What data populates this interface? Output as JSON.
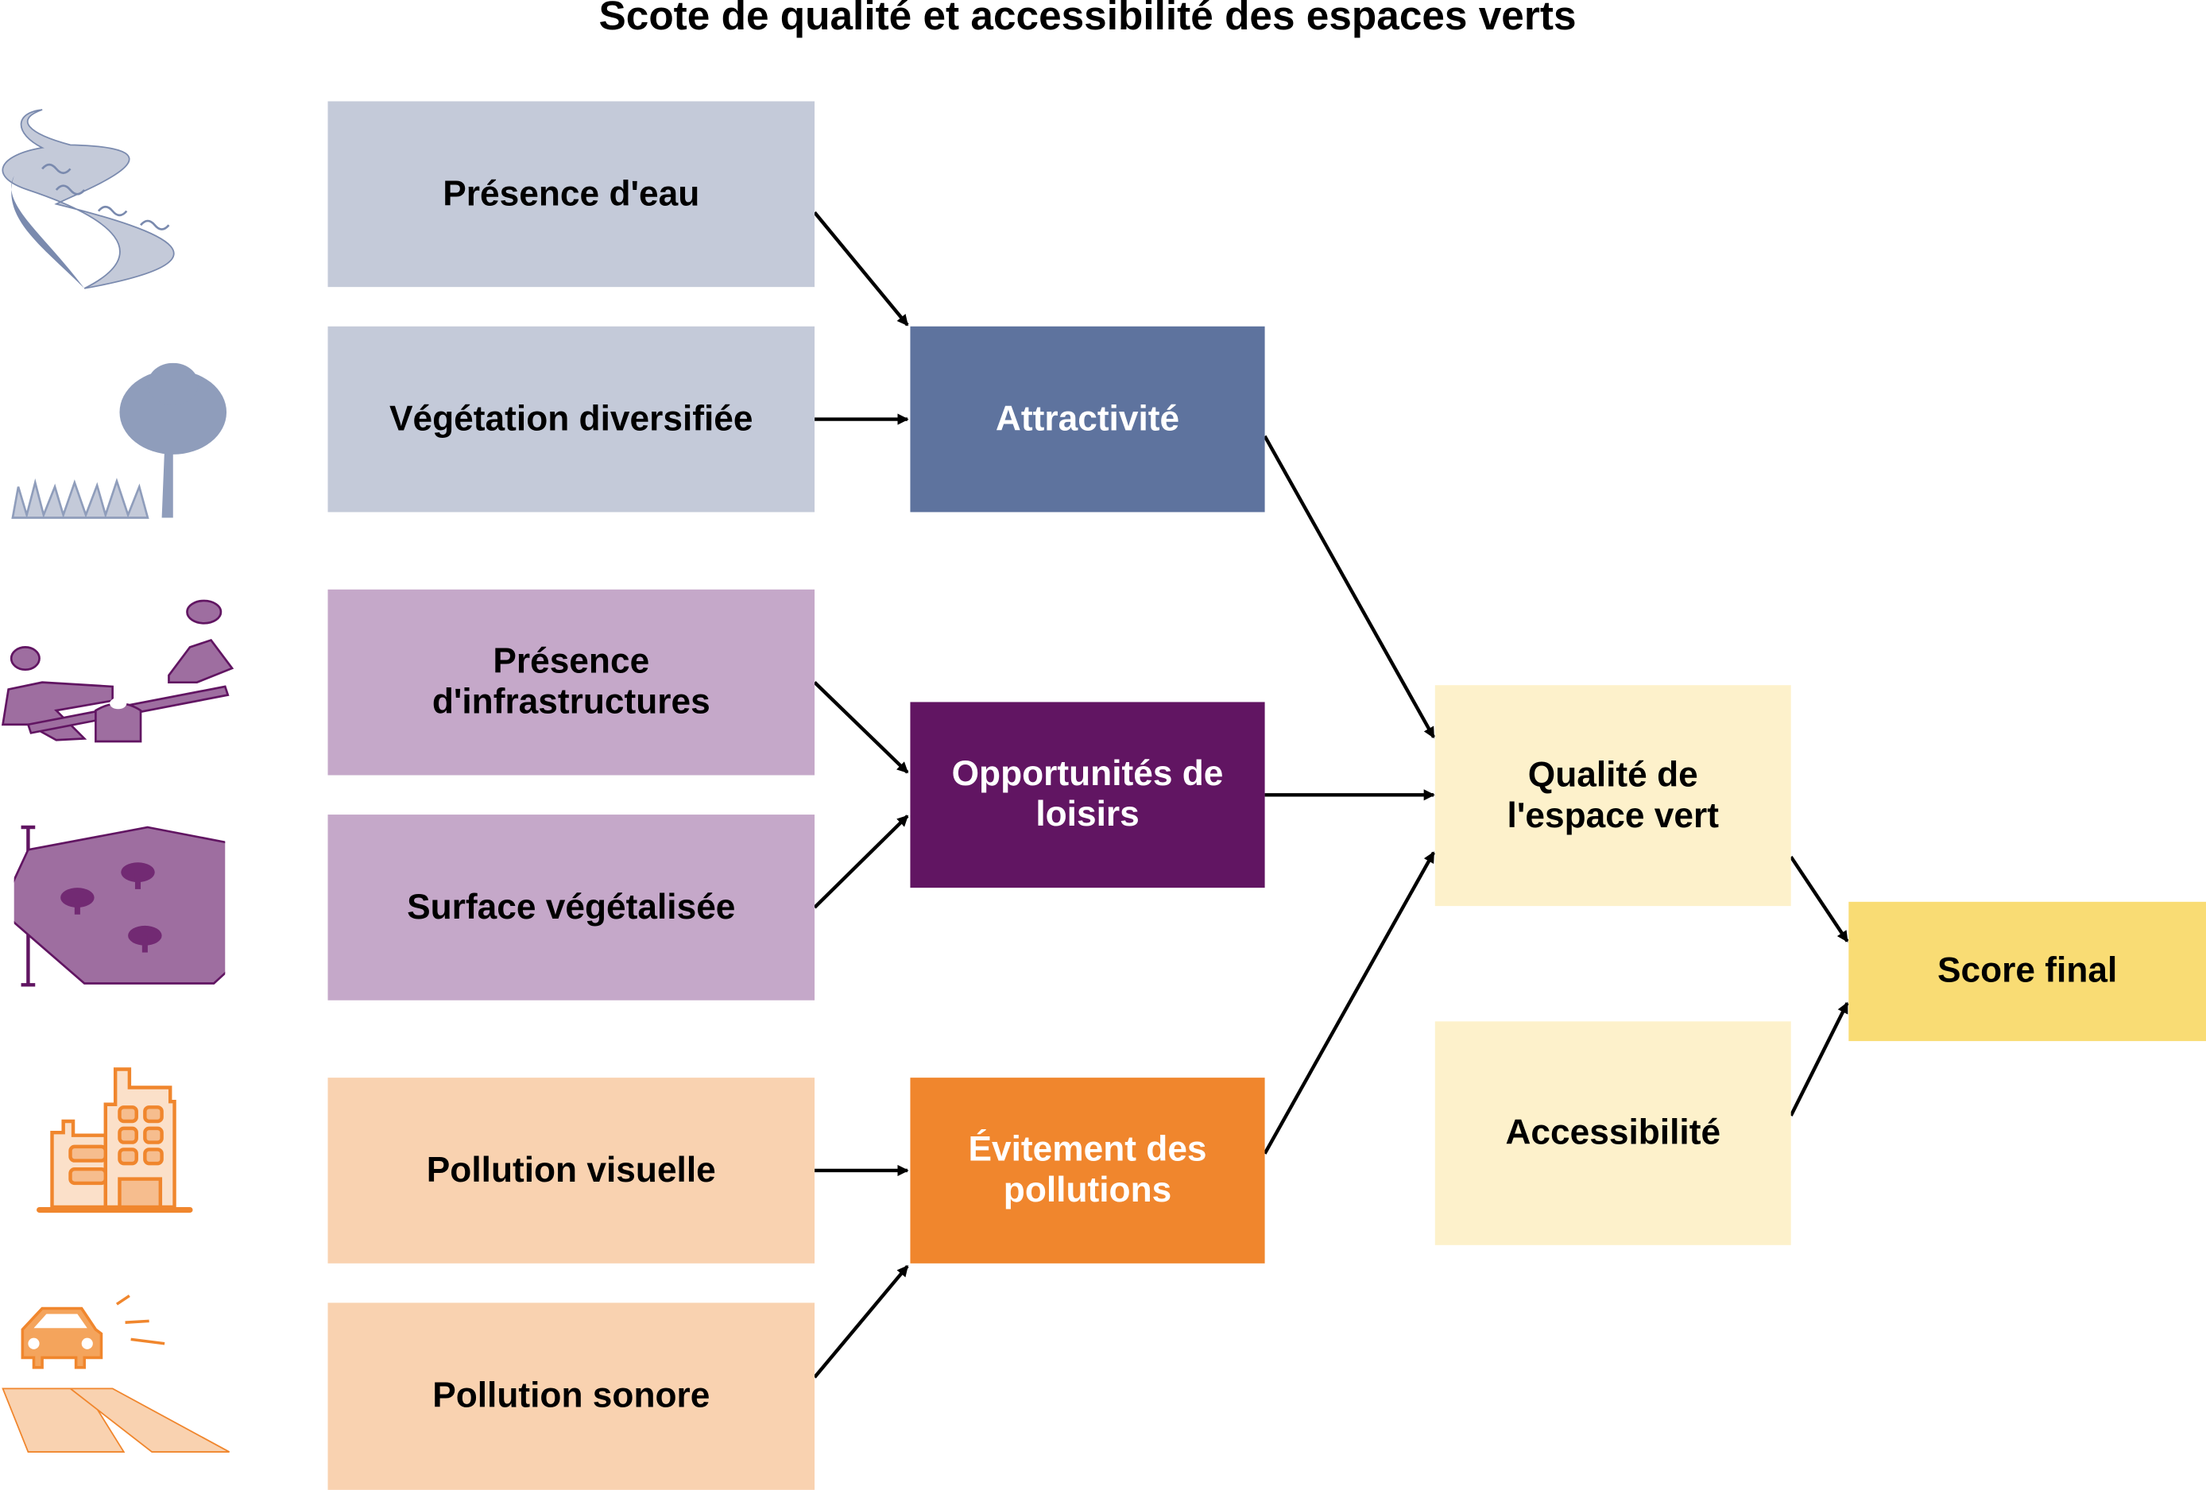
{
  "title": "Scote de qualité et accessibilité des espaces verts",
  "inputs": {
    "water": "Présence d'eau",
    "vegetation": "Végétation diversifiée",
    "infrastructure": "Présence d'infrastructures",
    "surface": "Surface végétalisée",
    "visual_pollution": "Pollution visuelle",
    "noise_pollution": "Pollution sonore"
  },
  "groups": {
    "attractiveness": "Attractivité",
    "leisure": "Opportunités de loisirs",
    "pollution_avoidance": "Évitement des pollutions"
  },
  "aggregates": {
    "quality": "Qualité de l'espace vert",
    "accessibility": "Accessibilité"
  },
  "final": "Score final",
  "colors": {
    "blue_light": "#c4cad9",
    "blue_dark": "#5e739e",
    "purple_light": "#c5a8c9",
    "purple_dark": "#611562",
    "orange_light": "#f9d2b0",
    "orange_dark": "#f0862d",
    "yellow_light": "#fdf1cb",
    "yellow": "#f9dc74"
  }
}
